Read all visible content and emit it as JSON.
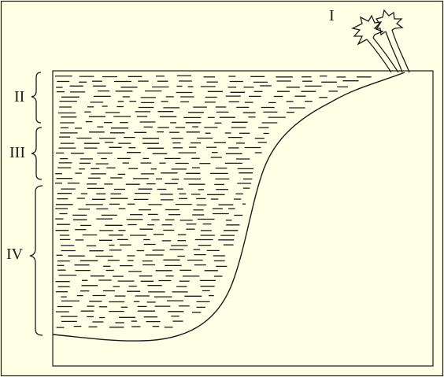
{
  "labels": {
    "trees": "I",
    "zone_upper": "II",
    "zone_middle": "III",
    "zone_lower": "IV"
  },
  "colors": {
    "background": "#ffffe6",
    "line": "#1a1a1a"
  },
  "icons": {
    "trees": "tree-pair-icon"
  }
}
